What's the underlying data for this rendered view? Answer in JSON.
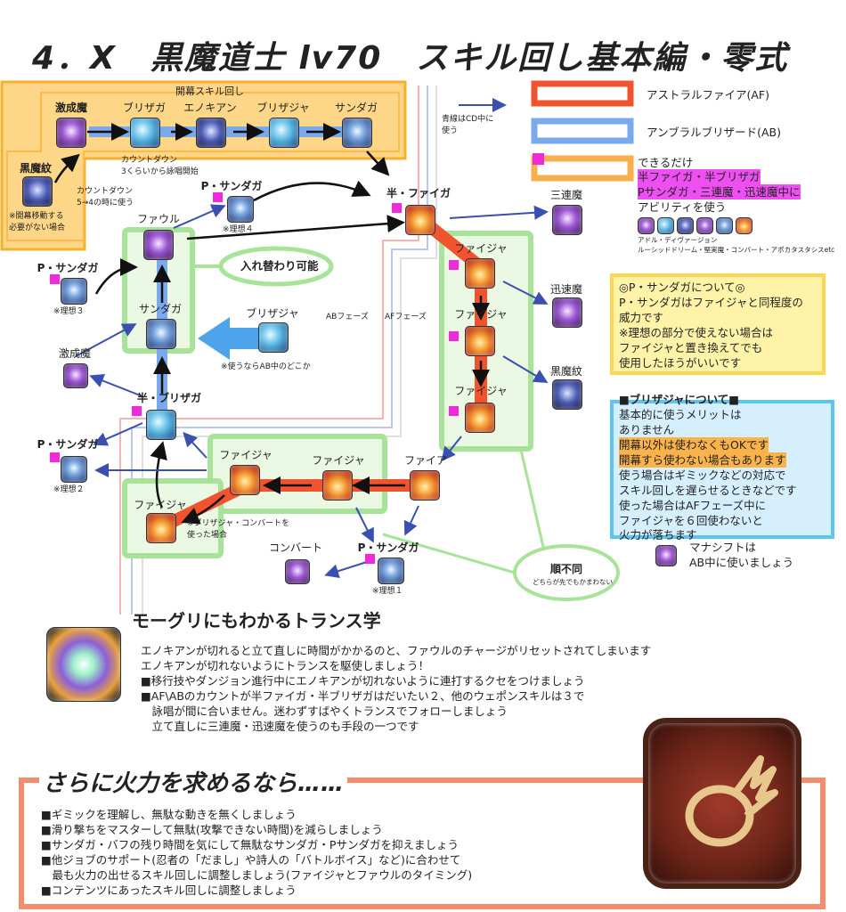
{
  "title": "4．X　黒魔道士 lv70　スキル回し基本編・零式",
  "opener": {
    "header": "開幕スキル回し",
    "nodes": [
      "激成魔",
      "ブリザガ",
      "エノキアン",
      "ブリザジャ",
      "サンダガ",
      "黒魔紋"
    ],
    "note_countdown": "カウントダウン\n3くらいから詠唱開始",
    "note_countdown2": "カウントダウン\n5→4の時に使う",
    "note_leylines": "※開幕移動する\n必要がない場合"
  },
  "legend": {
    "af": "アストラルファイア(AF)",
    "ab": "アンブラルブリザード(AB)",
    "blue_note": "青線はCD中に\n使う",
    "ability_line1": "できるだけ",
    "ability_line2": "半ファイガ・半ブリザガ",
    "ability_line3": "Pサンダガ・三連魔・迅速魔中に",
    "ability_line4": "アビリティを使う",
    "ability_names": "アドル・ディヴァージョン\nルーシッドドリーム・堅実魔・コンバート・アポカタスタシスetc"
  },
  "diagram": {
    "half_firaga": "半・ファイガ",
    "psandaga_ideal4": "P・サンダガ",
    "ideal4": "※理想４",
    "foul": "ファウル",
    "swap": "入れ替わり可能",
    "psandaga_ideal3": "P・サンダガ",
    "ideal3": "※理想３",
    "sandaga": "サンダガ",
    "blizzaja": "ブリザジャ",
    "blizzaja_note": "※使うならAB中のどこか",
    "gekiseima": "激成魔",
    "half_blizzaga": "半・ブリザガ",
    "psandaga_ideal2": "P・サンダガ",
    "ideal2": "※理想２",
    "ab_phase": "ABフェーズ",
    "af_phase": "AFフェーズ",
    "fire4_a": "ファイジャ",
    "fire4_b": "ファイジャ",
    "fire4_c": "ファイジャ",
    "sanrenma": "三連魔",
    "jinsokuma": "迅速魔",
    "kokumamon": "黒魔紋",
    "fira": "ファイア",
    "fire4_d": "ファイジャ",
    "fire4_e": "ファイジャ",
    "fire4_f": "ファイジャ",
    "fire4_f_note": "※ブリザジャ・コンバートを\n使った場合",
    "convert": "コンバート",
    "psandaga_ideal1": "P・サンダガ",
    "ideal1": "※理想１",
    "unordered": "順不同",
    "unordered_note": "どちらが先でもかまわない"
  },
  "psandaga_box": {
    "heading": "◎P・サンダガについて◎",
    "lines": [
      "P・サンダガはファイジャと同程度の",
      "威力です",
      "※理想の部分で使えない場合は",
      "ファイジャと置き換えてでも",
      "使用したほうがいいです"
    ]
  },
  "blizzaja_box": {
    "heading": "■ブリザジャについて■",
    "lines": [
      "基本的に使うメリットは",
      "ありません",
      "開幕以外は使わなくもOKです",
      "開幕すら使わない場合もあります",
      "使う場合はギミックなどの対応で",
      "スキル回しを遅らせるときなどです",
      "使った場合はAFフェーズ中に",
      "ファイジャを６回使わないと",
      "火力が落ちます"
    ],
    "manashift": "マナシフトは\nAB中に使いましょう"
  },
  "trance": {
    "heading": "モーグリにもわかるトランス学",
    "lines": [
      "エノキアンが切れると立て直しに時間がかかるのと、ファウルのチャージがリセットされてしまいます",
      "エノキアンが切れないようにトランスを駆使しましょう！",
      "■移行技やダンジョン進行中にエノキアンが切れないように連打するクセをつけましょう",
      "■AF\\ABのカウントが半ファイガ・半ブリザガはだいたい２、他のウェポンスキルは３で",
      "　詠唱が間に合いません。迷わずすばやくトランスでフォローしましょう",
      "　立て直しに三連魔・迅速魔を使うのも手段の一つです"
    ]
  },
  "more": {
    "heading": "さらに火力を求めるなら……",
    "lines": [
      "■ギミックを理解し、無駄な動きを無くしましょう",
      "■滑り撃ちをマスターして無駄(攻撃できない時間)を減らしましょう",
      "■サンダガ・バフの残り時間を気にして無駄なサンダガ・Pサンダガを抑えましょう",
      "■他ジョブのサポート(忍者の「だまし」や詩人の「バトルボイス」など)に合わせて",
      "　最も火力の出せるスキル回しに調整しましょう(ファイジャとファウルのタイミング)",
      "■コンテンツにあったスキル回しに調整しましょう"
    ]
  },
  "colors": {
    "af": "#f2532f",
    "ab": "#7aa9ec",
    "opener_fill": "#fdd687",
    "opener_border": "#f2b12e",
    "green": "#a8e39a",
    "orange_tile": "#f7a24d",
    "note_yellow": "#fff3a8",
    "note_blue": "#d6efff"
  }
}
